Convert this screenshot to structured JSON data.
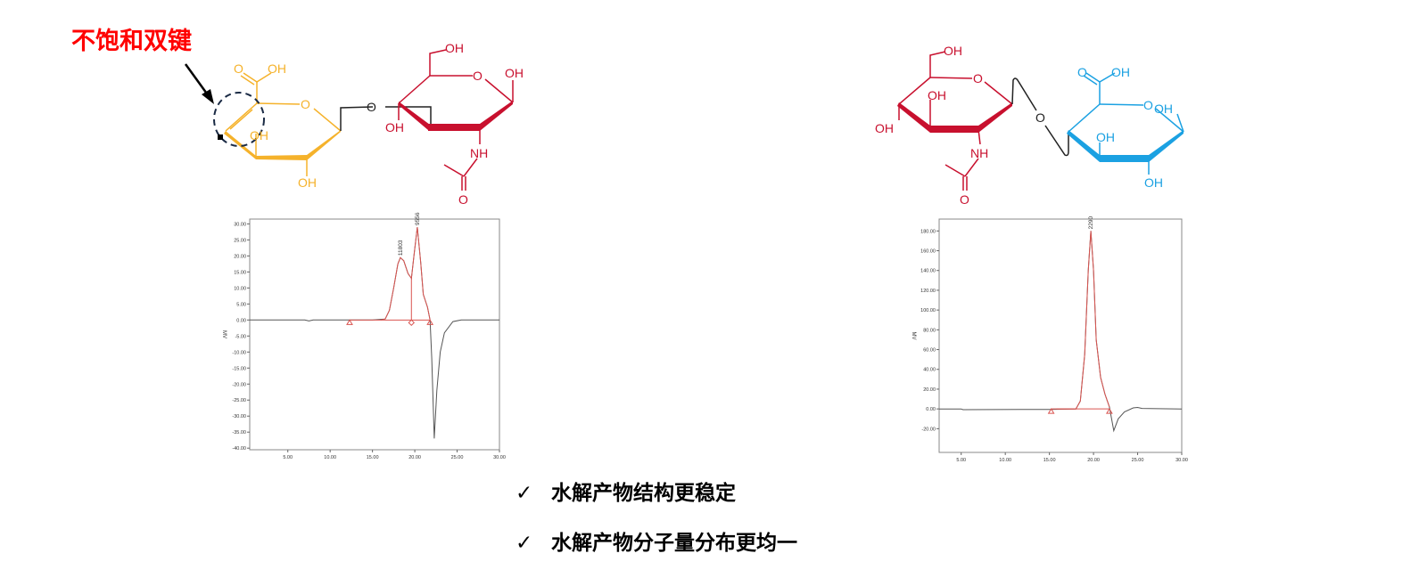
{
  "annotation": {
    "label": "不饱和双键",
    "color": "#ff0000"
  },
  "structures": {
    "left": {
      "colors": {
        "uronic": "#f5b22b",
        "hexosamine": "#c8102e",
        "linker": "#222222"
      },
      "labels": [
        "O",
        "OH",
        "O",
        "OH",
        "OH",
        "O",
        "OH",
        "O",
        "OH",
        "OH",
        "NH",
        "O"
      ]
    },
    "right": {
      "colors": {
        "hexosamine": "#c8102e",
        "uronic": "#1ba1e2",
        "linker": "#222222"
      },
      "labels": [
        "OH",
        "O",
        "OH",
        "OH",
        "NH",
        "O",
        "O",
        "O",
        "OH",
        "O",
        "OH",
        "OH",
        "OH"
      ]
    }
  },
  "bullets": [
    {
      "mark": "✓",
      "text": "水解产物结构更稳定"
    },
    {
      "mark": "✓",
      "text": "水解产物分子量分布更均一"
    }
  ],
  "chart_data": [
    {
      "type": "line",
      "ylabel": "MV",
      "xlim": [
        0.5,
        30
      ],
      "ylim": [
        -40.5,
        31.5
      ],
      "xticks": [
        "5.00",
        "10.00",
        "15.00",
        "20.00",
        "25.00",
        "30.00"
      ],
      "xtick_values": [
        5,
        10,
        15,
        20,
        25,
        30
      ],
      "yticks": [
        "30.00",
        "25.00",
        "20.00",
        "15.00",
        "10.00",
        "5.00",
        "0.00",
        "-5.00",
        "-10.00",
        "-15.00",
        "-20.00",
        "-25.00",
        "-30.00",
        "-35.00",
        "-40.00"
      ],
      "ytick_values": [
        30,
        25,
        20,
        15,
        10,
        5,
        0,
        -5,
        -10,
        -15,
        -20,
        -25,
        -30,
        -35,
        -40
      ],
      "trace_color": "#555555",
      "peak_color": "#d9534f",
      "trace": [
        [
          0.5,
          0
        ],
        [
          7,
          0
        ],
        [
          7.5,
          -0.3
        ],
        [
          8,
          0
        ],
        [
          15,
          0
        ],
        [
          16.5,
          0.3
        ],
        [
          17,
          3
        ],
        [
          17.5,
          10
        ],
        [
          18,
          17.5
        ],
        [
          18.3,
          19.5
        ],
        [
          18.7,
          18.5
        ],
        [
          19.2,
          14.5
        ],
        [
          19.6,
          13
        ],
        [
          19.9,
          20
        ],
        [
          20.3,
          29
        ],
        [
          20.7,
          18
        ],
        [
          21,
          8
        ],
        [
          21.5,
          4
        ],
        [
          21.8,
          0
        ],
        [
          22,
          -12
        ],
        [
          22.3,
          -37
        ],
        [
          22.6,
          -22
        ],
        [
          23,
          -10
        ],
        [
          23.5,
          -4
        ],
        [
          24.5,
          -0.5
        ],
        [
          25.5,
          0
        ],
        [
          30,
          0
        ]
      ],
      "peak": [
        [
          16,
          0
        ],
        [
          16.5,
          0.3
        ],
        [
          17,
          3
        ],
        [
          17.5,
          10
        ],
        [
          18,
          17.5
        ],
        [
          18.3,
          19.5
        ],
        [
          18.7,
          18.5
        ],
        [
          19.2,
          14.5
        ],
        [
          19.6,
          13
        ],
        [
          19.9,
          20
        ],
        [
          20.3,
          29
        ],
        [
          20.7,
          18
        ],
        [
          21,
          8
        ],
        [
          21.5,
          4
        ],
        [
          21.8,
          0
        ]
      ],
      "baseline": [
        12.3,
        21.8
      ],
      "markers": [
        {
          "x": 12.3,
          "shape": "triangle"
        },
        {
          "x": 19.6,
          "shape": "diamond"
        },
        {
          "x": 21.8,
          "shape": "triangle"
        }
      ],
      "drop_line": {
        "x": 19.6,
        "y": 13
      },
      "peak_labels": [
        {
          "x": 18.3,
          "y": 19.5,
          "text": "11803"
        },
        {
          "x": 20.3,
          "y": 29,
          "text": "9556"
        }
      ]
    },
    {
      "type": "line",
      "ylabel": "MV",
      "xlim": [
        2.5,
        30
      ],
      "ylim": [
        -44,
        192
      ],
      "xticks": [
        "5.00",
        "10.00",
        "15.00",
        "20.00",
        "25.00",
        "30.00"
      ],
      "xtick_values": [
        5,
        10,
        15,
        20,
        25,
        30
      ],
      "yticks": [
        "180.00",
        "160.00",
        "140.00",
        "120.00",
        "100.00",
        "80.00",
        "60.00",
        "40.00",
        "20.00",
        "0.00",
        "-20.00"
      ],
      "ytick_values": [
        180,
        160,
        140,
        120,
        100,
        80,
        60,
        40,
        20,
        0,
        -20
      ],
      "trace_color": "#555555",
      "peak_color": "#d9534f",
      "trace": [
        [
          2.5,
          0
        ],
        [
          5,
          0
        ],
        [
          5.2,
          -0.8
        ],
        [
          15,
          -0.5
        ],
        [
          18,
          0
        ],
        [
          18.5,
          8
        ],
        [
          19,
          55
        ],
        [
          19.4,
          140
        ],
        [
          19.7,
          180
        ],
        [
          20,
          140
        ],
        [
          20.3,
          70
        ],
        [
          20.8,
          32
        ],
        [
          21.3,
          15
        ],
        [
          21.8,
          2
        ],
        [
          22.3,
          -22
        ],
        [
          22.8,
          -10
        ],
        [
          23.5,
          -3
        ],
        [
          24.5,
          1
        ],
        [
          25,
          1.5
        ],
        [
          25.5,
          0.5
        ],
        [
          30,
          0
        ]
      ],
      "peak": [
        [
          15.8,
          0
        ],
        [
          18,
          0
        ],
        [
          18.5,
          8
        ],
        [
          19,
          55
        ],
        [
          19.4,
          140
        ],
        [
          19.7,
          180
        ],
        [
          20,
          140
        ],
        [
          20.3,
          70
        ],
        [
          20.8,
          32
        ],
        [
          21.3,
          15
        ],
        [
          21.8,
          2
        ]
      ],
      "baseline": [
        15.2,
        21.8
      ],
      "markers": [
        {
          "x": 15.2,
          "shape": "triangle"
        },
        {
          "x": 21.8,
          "shape": "triangle"
        }
      ],
      "peak_labels": [
        {
          "x": 19.7,
          "y": 180,
          "text": "2290"
        }
      ]
    }
  ]
}
